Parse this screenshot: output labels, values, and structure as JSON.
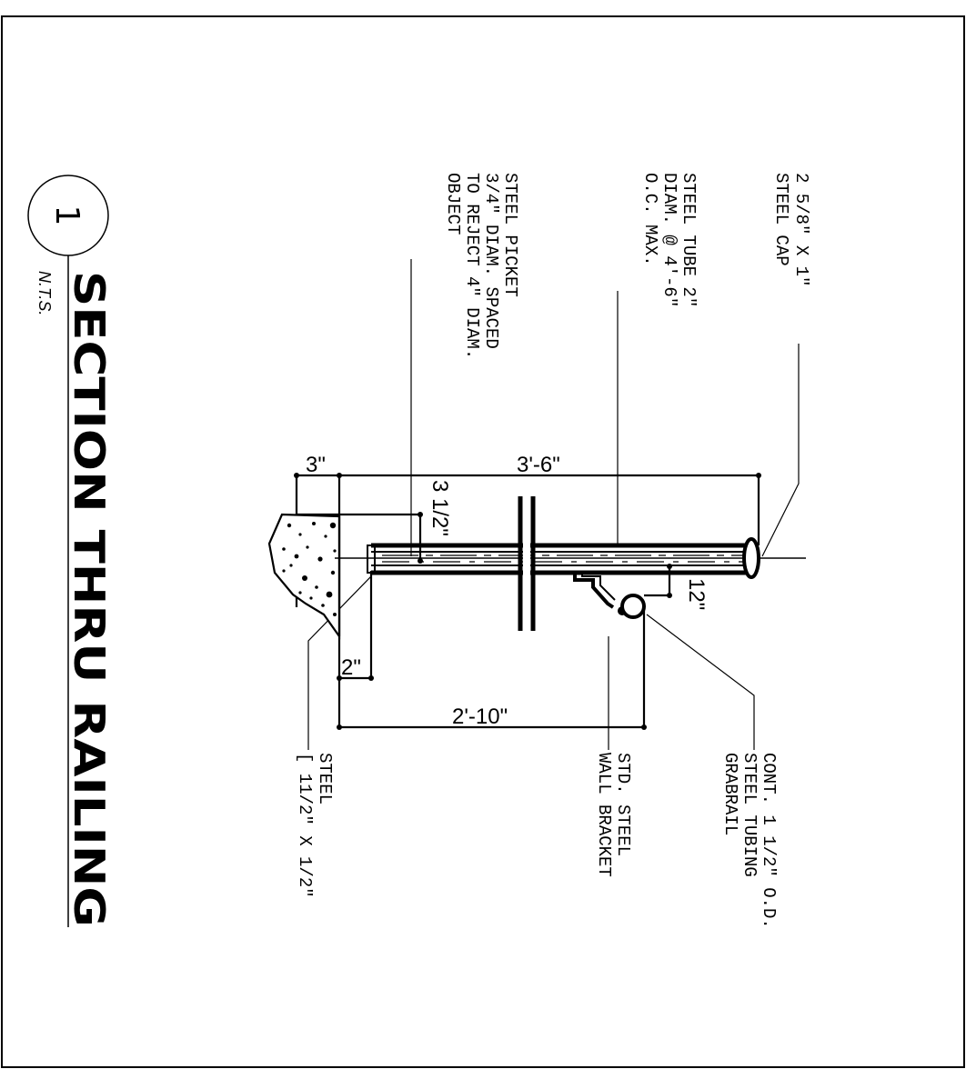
{
  "title": {
    "text": "SECTION THRU RAILING",
    "scale": "N.T.S.",
    "detail_number": "1"
  },
  "dimensions": {
    "overall_height": "3'-6\"",
    "curb": "3\"",
    "picket_embed": "3 1/2\"",
    "grabrail_offset": "12\"",
    "base_offset": "2\"",
    "grabrail_height": "2'-10\""
  },
  "callouts": {
    "cap": [
      "2 5/8\" X 1\"",
      "STEEL CAP"
    ],
    "tube": [
      "STEEL TUBE 2\"",
      "DIAM. @ 4'-6\"",
      "O.C. MAX."
    ],
    "picket": [
      "STEEL PICKET",
      "3/4\" DIAM. SPACED",
      "TO REJECT 4\" DIAM.",
      "OBJECT"
    ],
    "grabrail": [
      "CONT. 1 1/2\" O.D.",
      "STEEL TUBING",
      "GRABRAIL"
    ],
    "bracket": [
      "STD. STEEL",
      "WALL BRACKET"
    ],
    "channel": [
      "STEEL",
      "[ 11/2\" X 1/2\""
    ]
  }
}
